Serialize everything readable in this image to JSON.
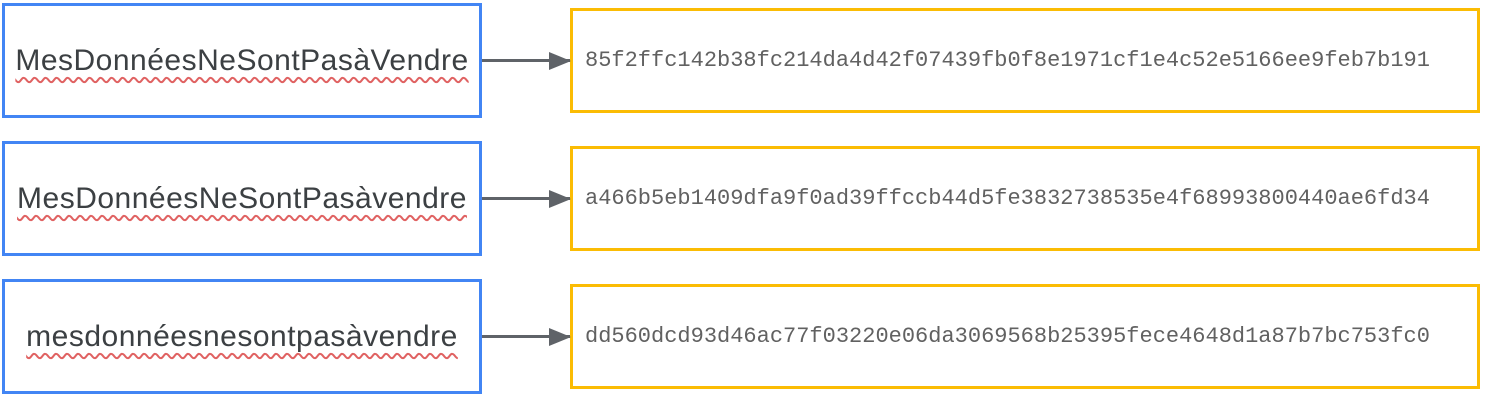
{
  "diagram": {
    "description_colors": {
      "input_box_border": "#4285F4",
      "hash_box_border": "#FBBC04",
      "arrow": "#5F6368",
      "input_text": "#3C4043",
      "hash_text": "#616161",
      "spellcheck_underline": "#E06262"
    },
    "rows": [
      {
        "input": "MesDonnéesNeSontPasàVendre",
        "hash": "85f2ffc142b38fc214da4d42f07439fb0f8e1971cf1e4c52e5166ee9feb7b191"
      },
      {
        "input": "MesDonnéesNeSontPasàvendre",
        "hash": "a466b5eb1409dfa9f0ad39ffccb44d5fe3832738535e4f68993800440ae6fd34"
      },
      {
        "input": "mesdonnéesnesontpasàvendre",
        "hash": "dd560dcd93d46ac77f03220e06da3069568b25395fece4648d1a87b7bc753fc0"
      }
    ]
  }
}
